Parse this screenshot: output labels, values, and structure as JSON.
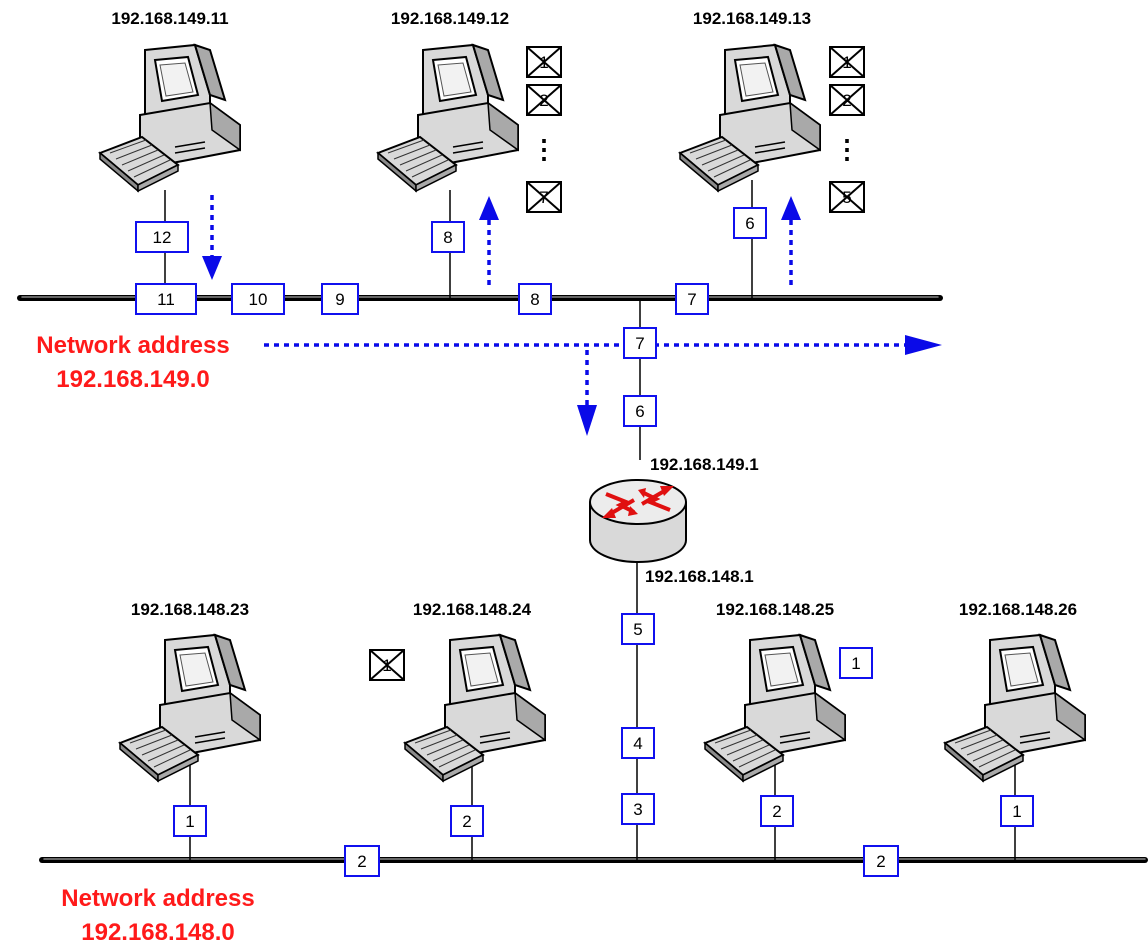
{
  "networks": [
    {
      "id": "net149",
      "label_line1": "Network address",
      "label_line2": "192.168.149.0"
    },
    {
      "id": "net148",
      "label_line1": "Network address",
      "label_line2": "192.168.148.0"
    }
  ],
  "router": {
    "icon": "router-icon",
    "upper_ip": "192.168.149.1",
    "lower_ip": "192.168.148.1"
  },
  "hosts": {
    "h149_11": "192.168.149.11",
    "h149_12": "192.168.149.12",
    "h149_13": "192.168.149.13",
    "h148_23": "192.168.148.23",
    "h148_24": "192.168.148.24",
    "h148_25": "192.168.148.25",
    "h148_26": "192.168.148.26"
  },
  "packets": {
    "p12": "12",
    "p11": "11",
    "p10": "10",
    "p9": "9",
    "p8_host": "8",
    "p8_bus": "8",
    "p7_bus": "7",
    "p7_router": "7",
    "p6_host": "6",
    "p6_router": "6",
    "p5": "5",
    "p4": "4",
    "p3": "3",
    "p1_h23": "1",
    "p2_h24": "2",
    "p2_h25": "2",
    "p1_h26": "1",
    "p2_bus_left": "2",
    "p2_bus_right": "2",
    "p1_h25_side": "1"
  },
  "discarded": {
    "h12": [
      "1",
      "2",
      "⋮",
      "7"
    ],
    "h13": [
      "1",
      "2",
      "⋮",
      "5"
    ],
    "h24": [
      "1"
    ]
  },
  "colors": {
    "flow": "#0a0ae8",
    "network_label": "#ff1a1a",
    "packet_border": "#1010ee",
    "router_arrows": "#e01010"
  }
}
